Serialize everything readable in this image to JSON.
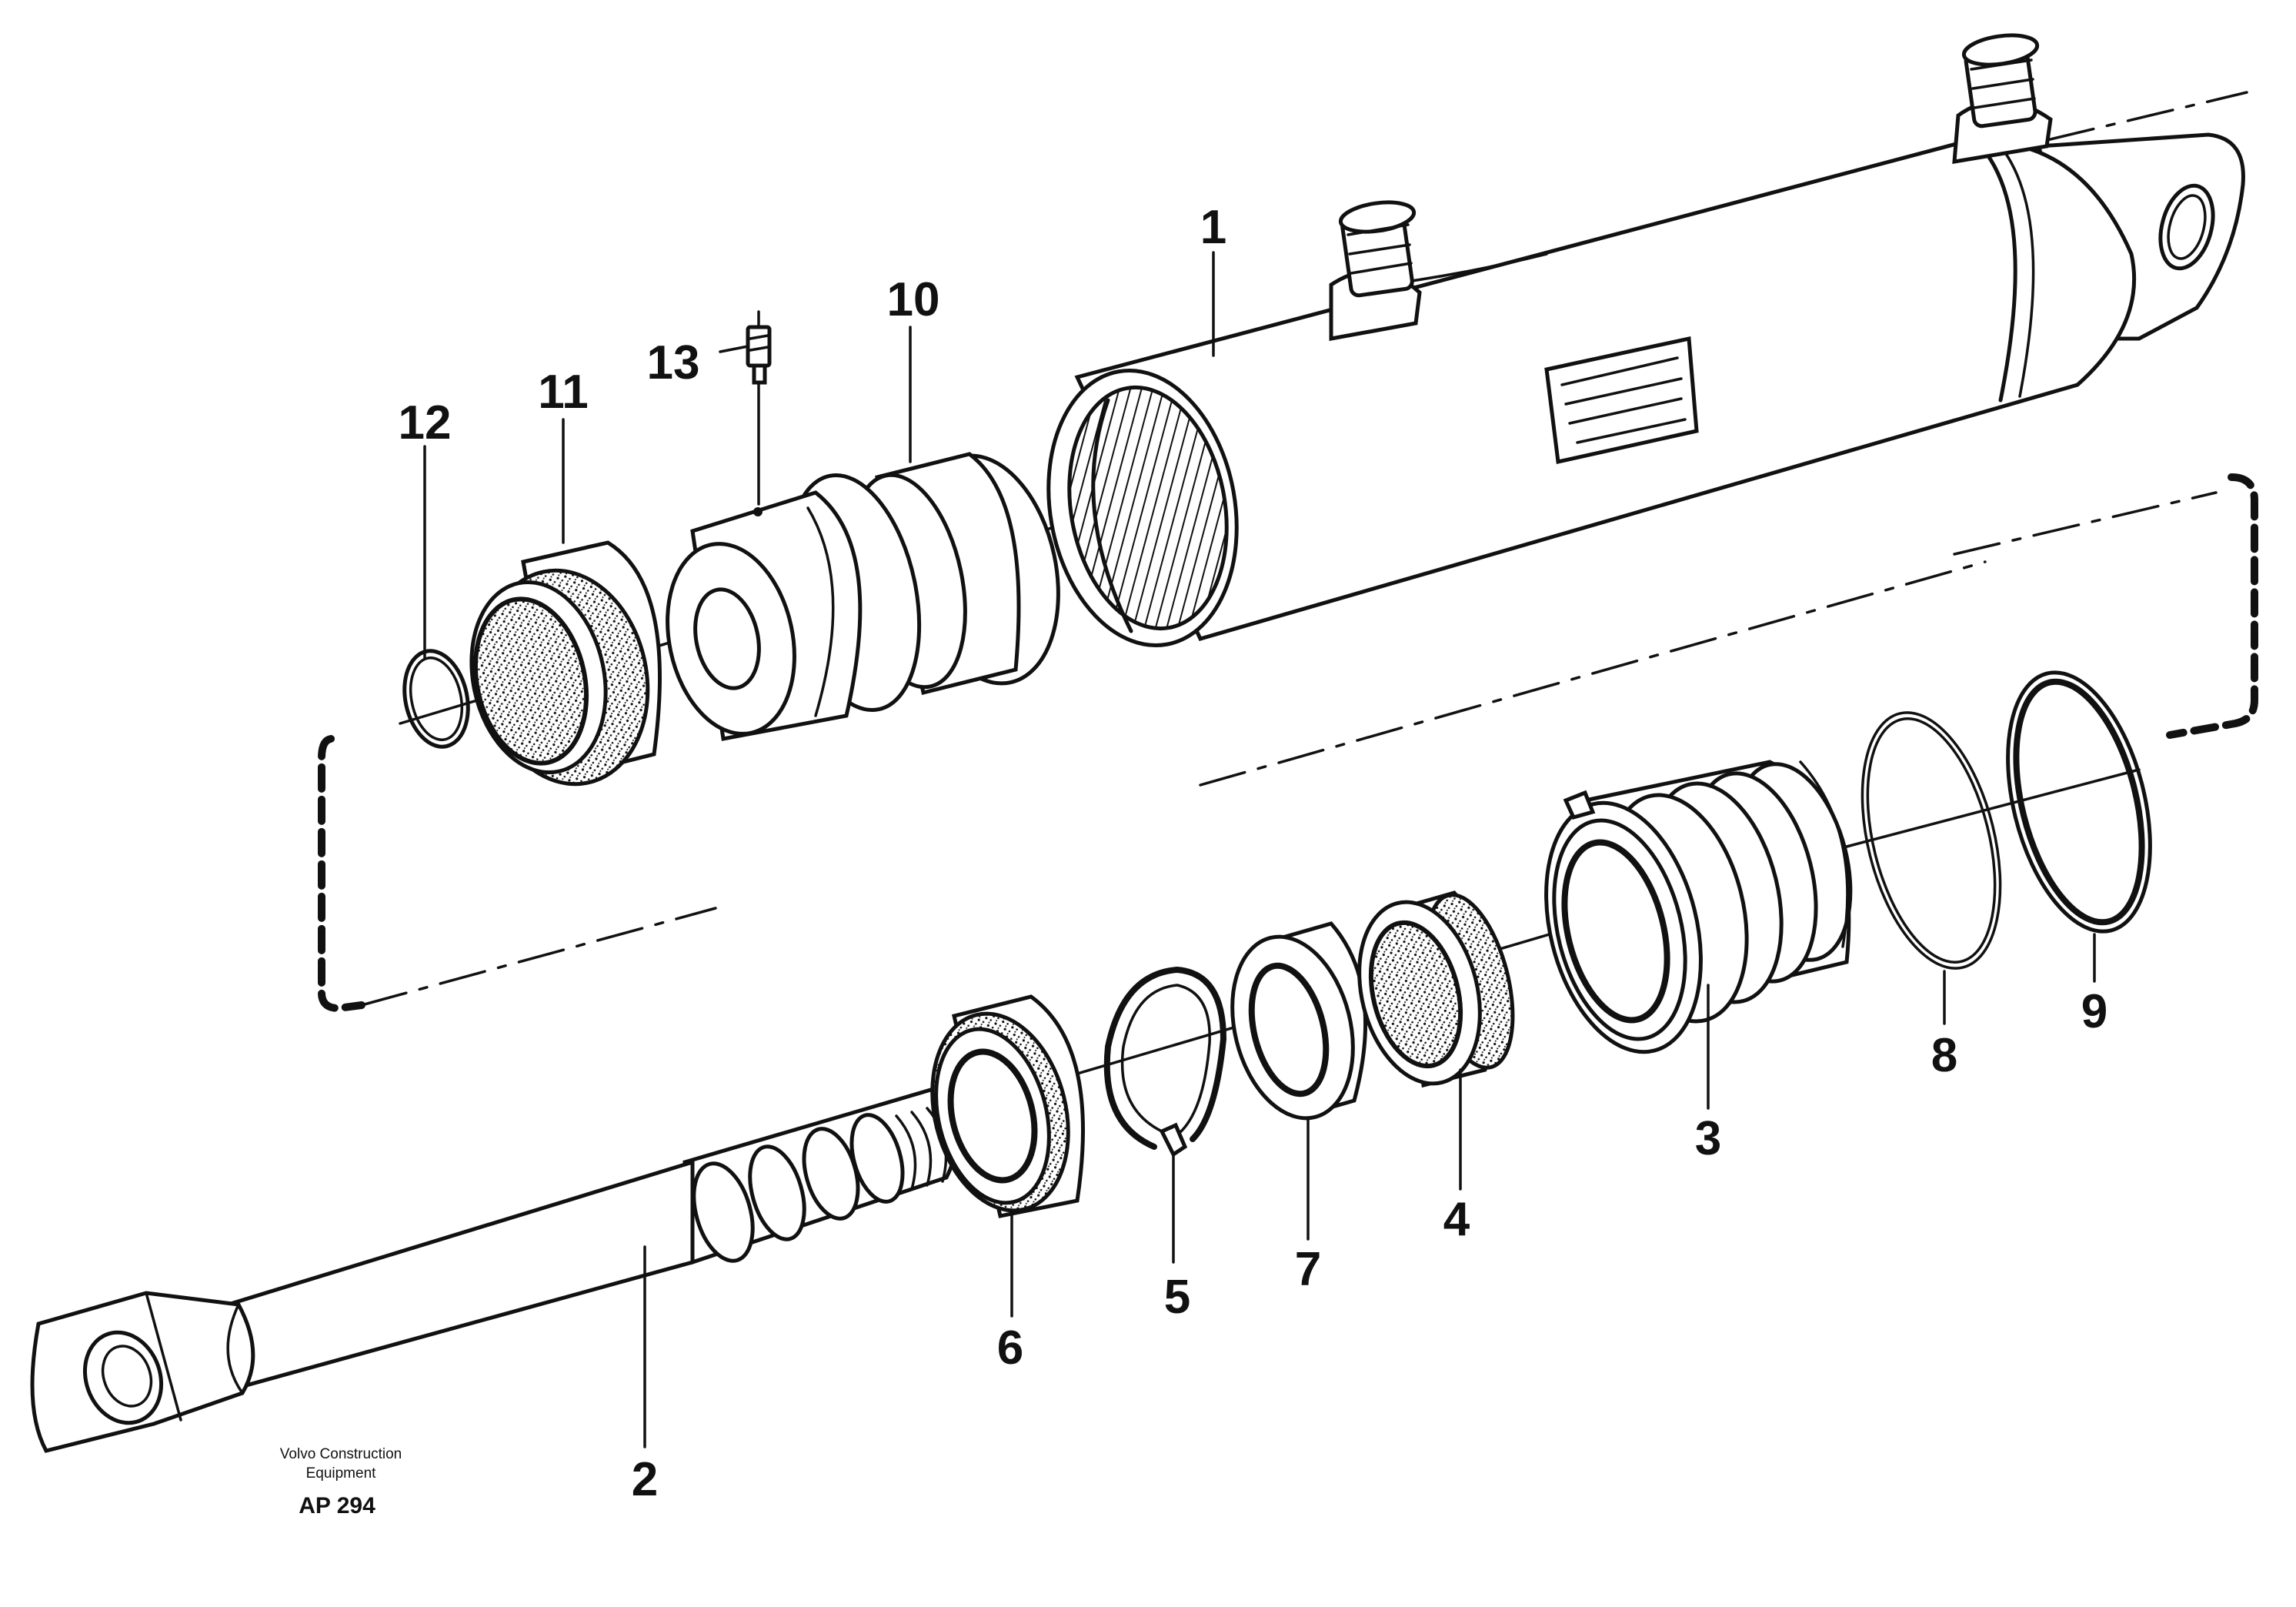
{
  "callouts": {
    "c1": "1",
    "c2": "2",
    "c3": "3",
    "c4": "4",
    "c5": "5",
    "c6": "6",
    "c7": "7",
    "c8": "8",
    "c9": "9",
    "c10": "10",
    "c11": "11",
    "c12": "12",
    "c13": "13"
  },
  "credit": {
    "line1": "Volvo Construction",
    "line2": "Equipment",
    "code": "AP 294"
  }
}
